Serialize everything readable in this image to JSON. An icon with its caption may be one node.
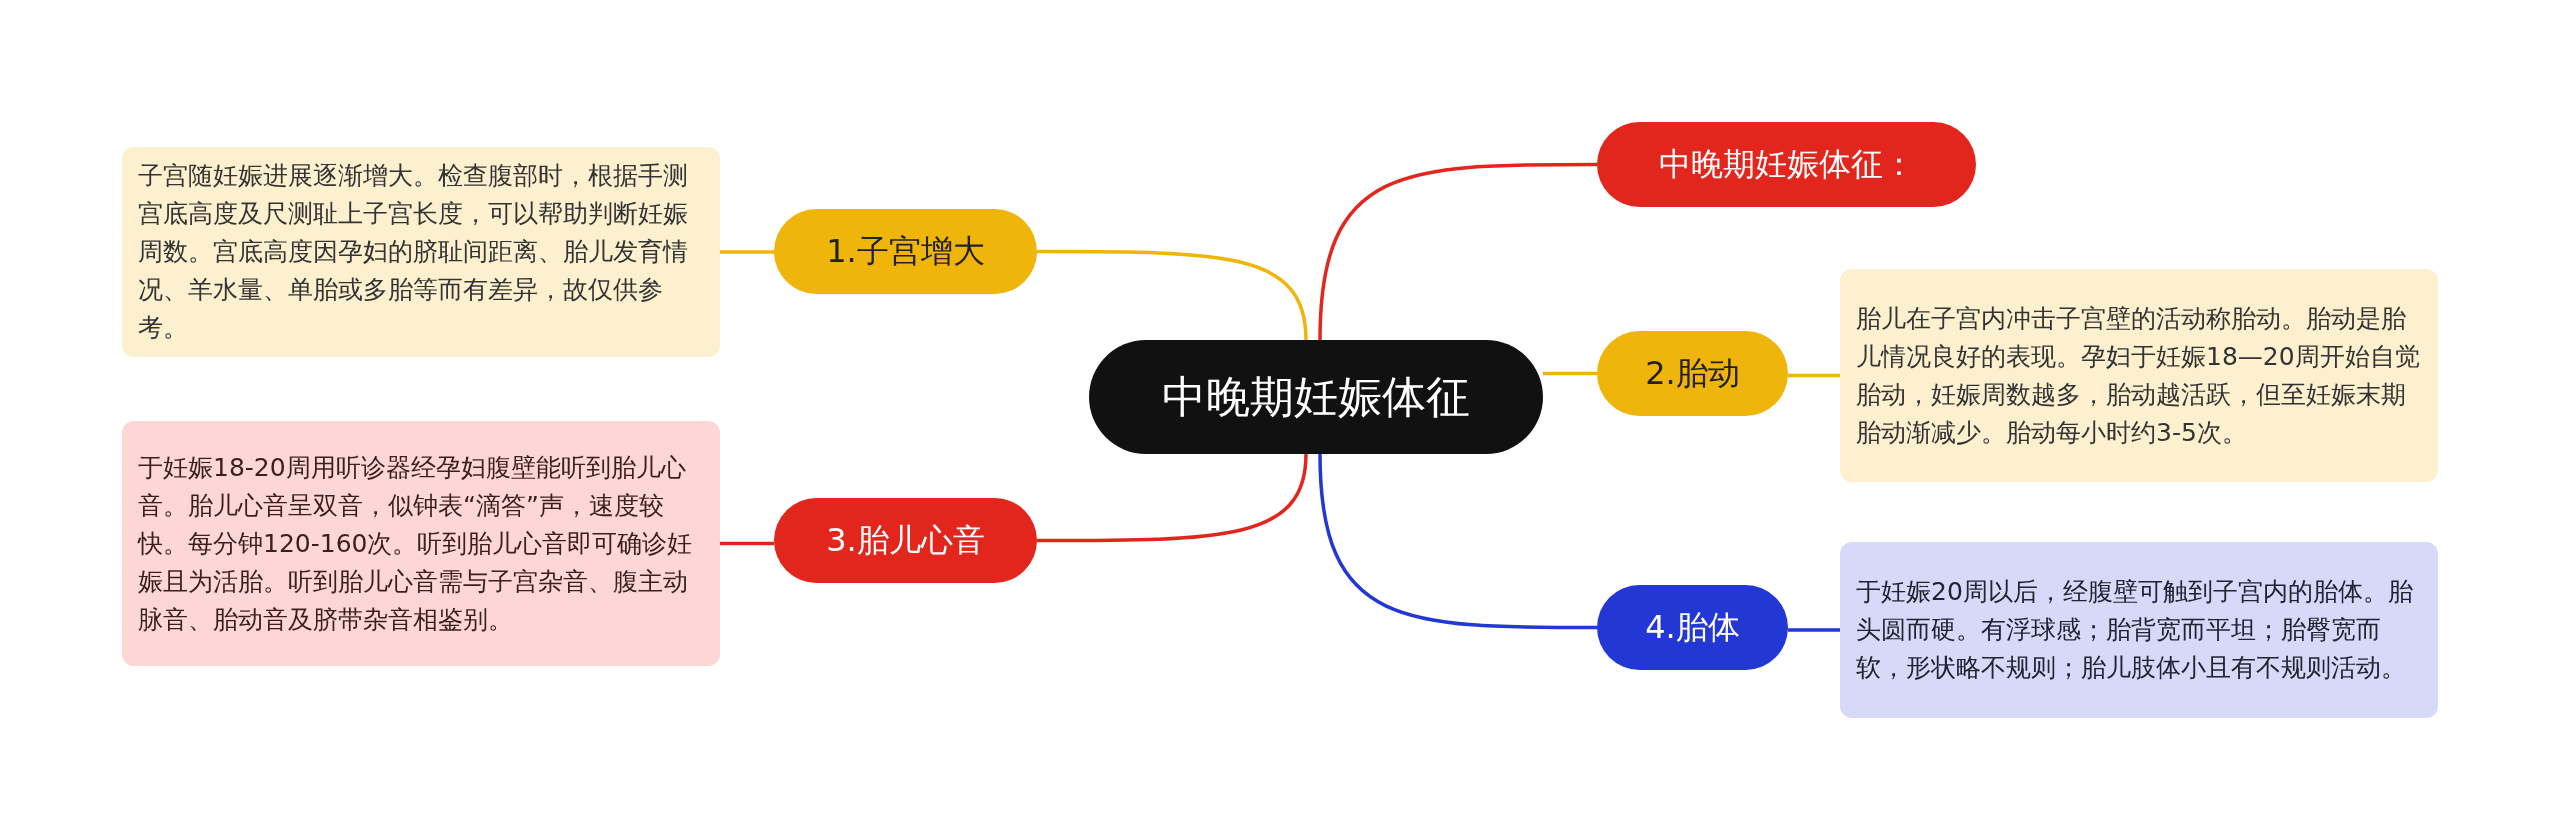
{
  "diagram": {
    "nodes": [
      {
        "text": [
          "中晚期妊娠体征"
        ]
      },
      {
        "text": [
          "中晚期妊娠体征："
        ]
      },
      {
        "text": [
          "1.子宫增大"
        ]
      },
      {
        "text": [
          "子宫随妊娠进展逐渐增大。检查腹部时，根据手测宫底高度及尺测耻上子宫长度，可以帮助判断妊娠周数。宫底高度因孕妇的脐耻间距离、胎儿发育情况、羊水量、单胎或多胎等而有差异，故仅供参考。"
        ]
      },
      {
        "text": [
          "2.胎动"
        ]
      },
      {
        "text": [
          "胎儿在子宫内冲击子宫壁的活动称胎动。胎动是胎儿情况良好的表现。孕妇于妊娠18—20周开始自觉胎动，妊娠周数越多，胎动越活跃，但至妊娠末期胎动渐减少。胎动每小时约3-5次。"
        ]
      },
      {
        "text": [
          "3.胎儿心音"
        ]
      },
      {
        "text": [
          "于妊娠18-20周用听诊器经孕妇腹壁能听到胎儿心音。胎儿心音呈双音，似钟表“滴答”声，速度较快。每分钟120-160次。听到胎儿心音即可确诊妊娠且为活胎。听到胎儿心音需与子宫杂音、腹主动脉音、胎动音及脐带杂音相鉴别。"
        ]
      },
      {
        "text": [
          "4.胎体"
        ]
      },
      {
        "text": [
          "于妊娠20周以后，经腹壁可触到子宫内的胎体。胎头圆而硬。有浮球感；胎背宽而平坦；胎臀宽而软，形状略不规则；胎儿肢体小且有不规则活动。"
        ]
      }
    ],
    "edges": [
      {
        "from": 0,
        "to": 1,
        "arrow": "none",
        "color": "#e3261d"
      },
      {
        "from": 0,
        "to": 2,
        "arrow": "none"
      },
      {
        "from": 2,
        "to": 3,
        "arrow": "none"
      },
      {
        "from": 0,
        "to": 4,
        "arrow": "none"
      },
      {
        "from": 4,
        "to": 5,
        "arrow": "none"
      },
      {
        "from": 0,
        "to": 6,
        "arrow": "none",
        "color": "#e3261d"
      },
      {
        "from": 6,
        "to": 7,
        "arrow": "none",
        "color": "#e3261d"
      },
      {
        "from": 0,
        "to": 8,
        "arrow": "none",
        "color": "#2237d4"
      },
      {
        "from": 8,
        "to": 9,
        "arrow": "none",
        "color": "#2237d4"
      }
    ]
  }
}
